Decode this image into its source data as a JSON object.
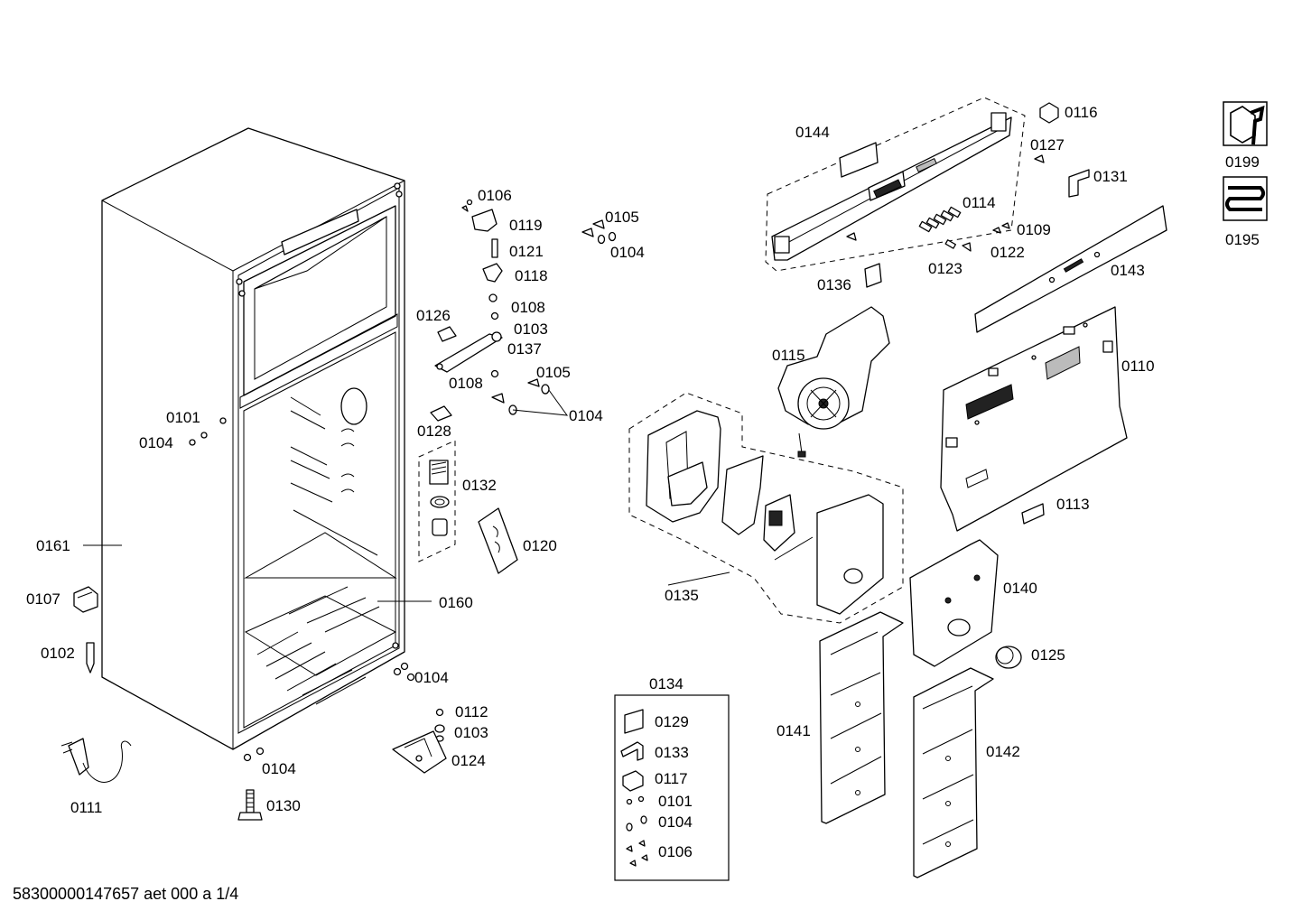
{
  "footer": "58300000147657 aet 000 a 1/4",
  "kit": {
    "title": "0134",
    "items": [
      "0129",
      "0133",
      "0117",
      "0101",
      "0104",
      "0106"
    ]
  },
  "icons": [
    {
      "name": "service-wrench-icon",
      "label": "0199"
    },
    {
      "name": "refrigerant-coil-icon",
      "label": "0195"
    }
  ],
  "labels": [
    "0161",
    "0101",
    "0104",
    "0107",
    "0102",
    "0111",
    "0104",
    "0130",
    "0104",
    "0160",
    "0106",
    "0119",
    "0121",
    "0118",
    "0108",
    "0103",
    "0137",
    "0126",
    "0108",
    "0105",
    "0104",
    "0128",
    "0132",
    "0120",
    "0105",
    "0104",
    "0112",
    "0103",
    "0124",
    "0144",
    "0116",
    "0127",
    "0131",
    "0114",
    "0109",
    "0122",
    "0123",
    "0136",
    "0143",
    "0115",
    "0110",
    "0113",
    "0135",
    "0140",
    "0125",
    "0141",
    "0142"
  ]
}
